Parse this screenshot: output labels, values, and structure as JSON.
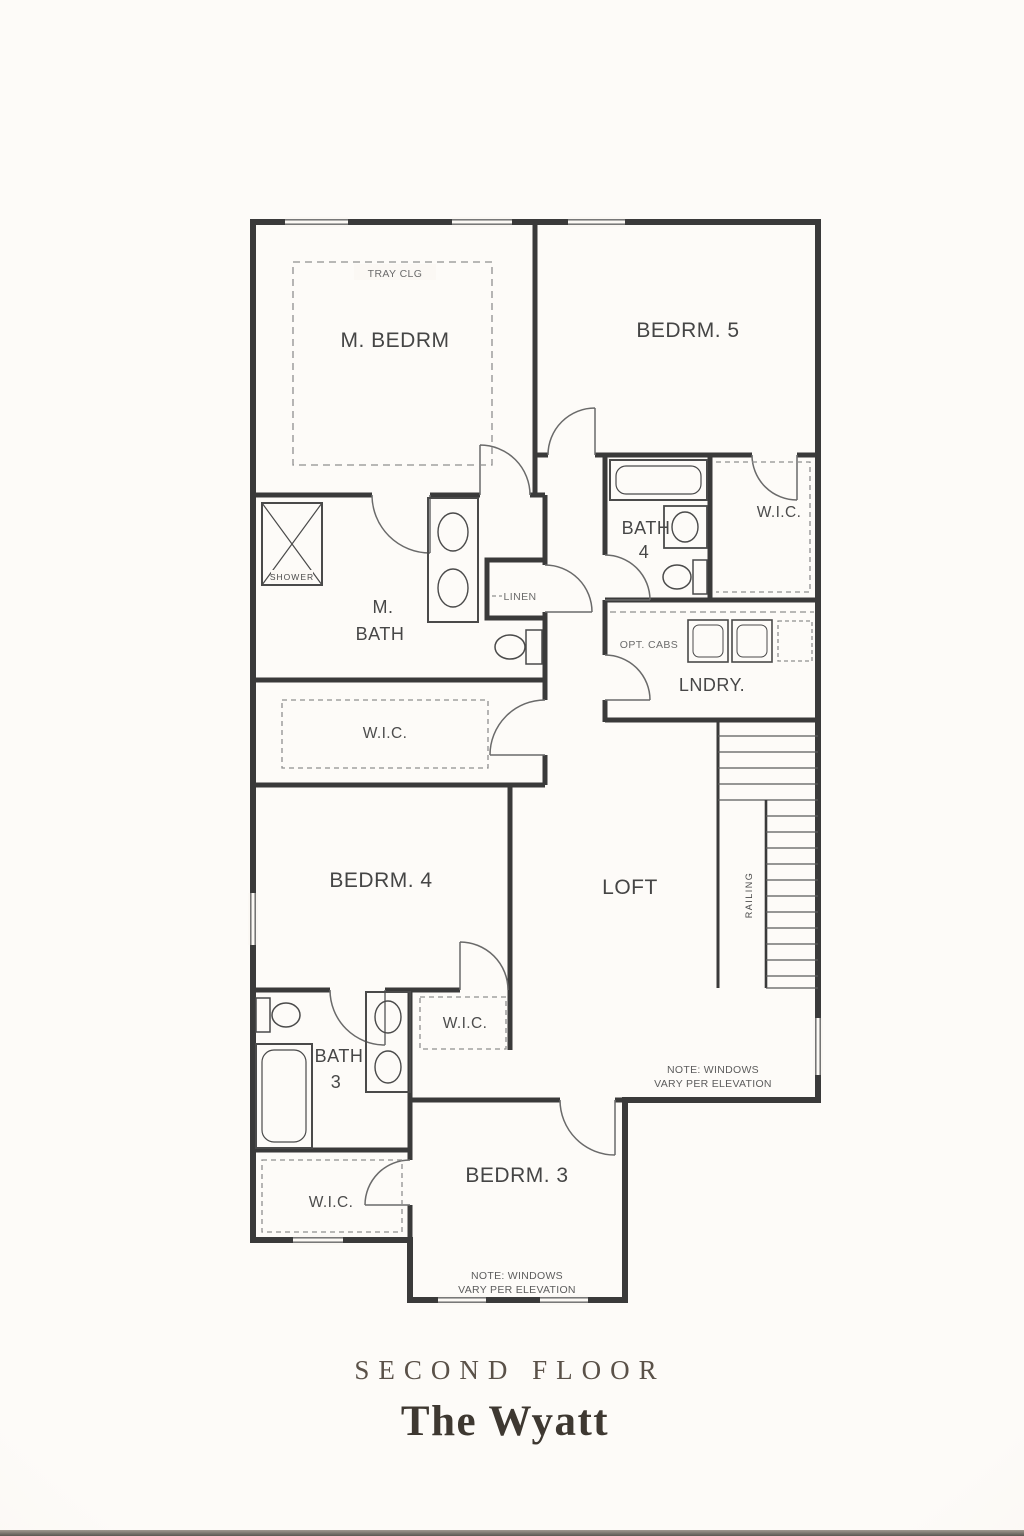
{
  "colors": {
    "background": "#fbf8f4",
    "wall_ink": "#3a3a3a",
    "label_ink": "#4a4a4a",
    "title_ink": "#4e4740"
  },
  "title_block": {
    "floor": "SECOND FLOOR",
    "name": "The Wyatt"
  },
  "rooms": {
    "master_bedroom": {
      "label": "M. BEDRM",
      "ceiling_note": "TRAY CLG"
    },
    "bedroom_5": {
      "label": "BEDRM. 5"
    },
    "bath_4": {
      "line1": "BATH",
      "line2": "4"
    },
    "wic_bath4": {
      "label": "W.I.C."
    },
    "master_bath": {
      "line1": "M.",
      "line2": "BATH"
    },
    "shower": {
      "label": "SHOWER"
    },
    "linen": {
      "label": "LINEN"
    },
    "laundry": {
      "label": "LNDRY.",
      "cabinets": "OPT. CABS"
    },
    "master_wic": {
      "label": "W.I.C."
    },
    "bedroom_4": {
      "label": "BEDRM. 4"
    },
    "loft": {
      "label": "LOFT"
    },
    "hall_wic": {
      "label": "W.I.C."
    },
    "bath_3": {
      "line1": "BATH",
      "line2": "3"
    },
    "bedroom3_wic": {
      "label": "W.I.C."
    },
    "bedroom_3": {
      "label": "BEDRM. 3"
    },
    "stairs": {
      "label": "RAILING"
    }
  },
  "notes": {
    "loft": {
      "line1": "NOTE: WINDOWS",
      "line2": "VARY PER ELEVATION"
    },
    "bedroom_3": {
      "line1": "NOTE: WINDOWS",
      "line2": "VARY PER ELEVATION"
    }
  }
}
